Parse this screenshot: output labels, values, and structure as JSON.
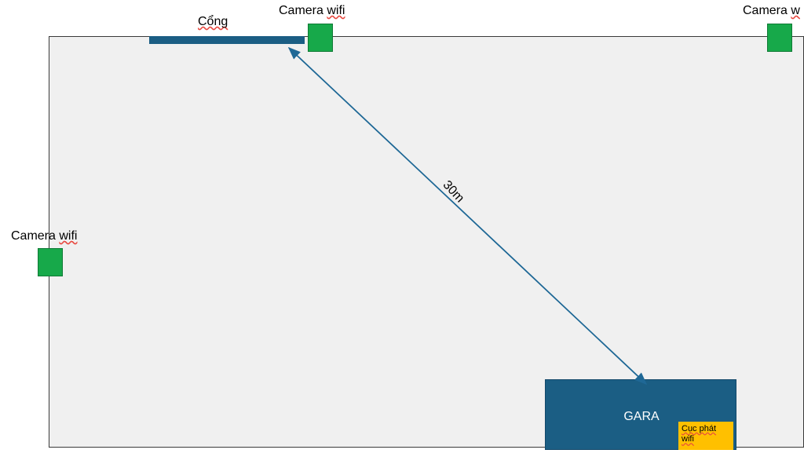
{
  "diagram": {
    "title": "",
    "colors": {
      "yard_fill": "#f0f0f0",
      "yard_border": "#3a3a3a",
      "camera": "#17a94a",
      "gate": "#1b5e84",
      "building": "#1b5e84",
      "router": "#ffc000",
      "arrow": "#1f6896",
      "spellcheck_underline": "#e8483f"
    },
    "labels": {
      "camera_top": "Camera wifi",
      "camera_top_underlined_word": "wifi",
      "camera_right": "Camera w",
      "camera_right_underlined_word": "w",
      "camera_left": "Camera wifi",
      "camera_left_underlined_word": "wifi",
      "gate": "Cổng",
      "gate_underlined_word": "Cổng"
    },
    "building": {
      "name": "GARA"
    },
    "router": {
      "line1": "Cục phát",
      "line2": "wifi"
    },
    "measurement": {
      "distance": "30m"
    }
  }
}
